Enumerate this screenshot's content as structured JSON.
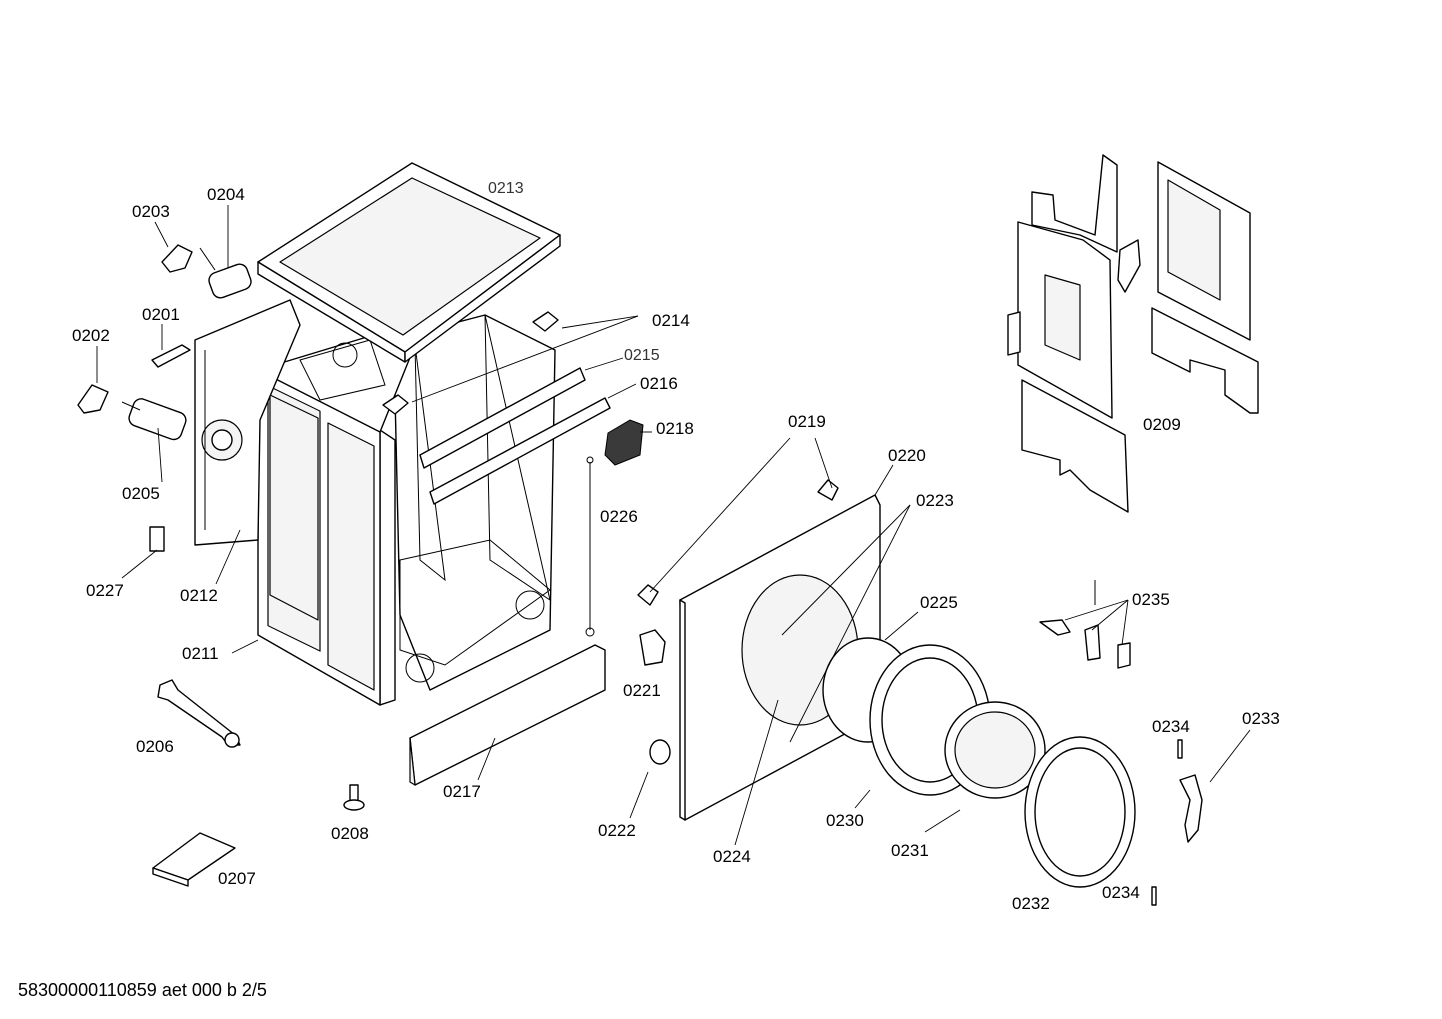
{
  "labels": {
    "p0201": "0201",
    "p0202": "0202",
    "p0203": "0203",
    "p0204": "0204",
    "p0205": "0205",
    "p0206": "0206",
    "p0207": "0207",
    "p0208": "0208",
    "p0209": "0209",
    "p0211": "0211",
    "p0212": "0212",
    "p0213": "0213",
    "p0214": "0214",
    "p0215": "0215",
    "p0216": "0216",
    "p0217": "0217",
    "p0218": "0218",
    "p0219": "0219",
    "p0220": "0220",
    "p0221": "0221",
    "p0222": "0222",
    "p0223": "0223",
    "p0224": "0224",
    "p0225": "0225",
    "p0226": "0226",
    "p0227": "0227",
    "p0230": "0230",
    "p0231": "0231",
    "p0232": "0232",
    "p0233": "0233",
    "p0234a": "0234",
    "p0234b": "0234",
    "p0235": "0235"
  },
  "footer": "58300000110859 aet 000 b 2/5"
}
